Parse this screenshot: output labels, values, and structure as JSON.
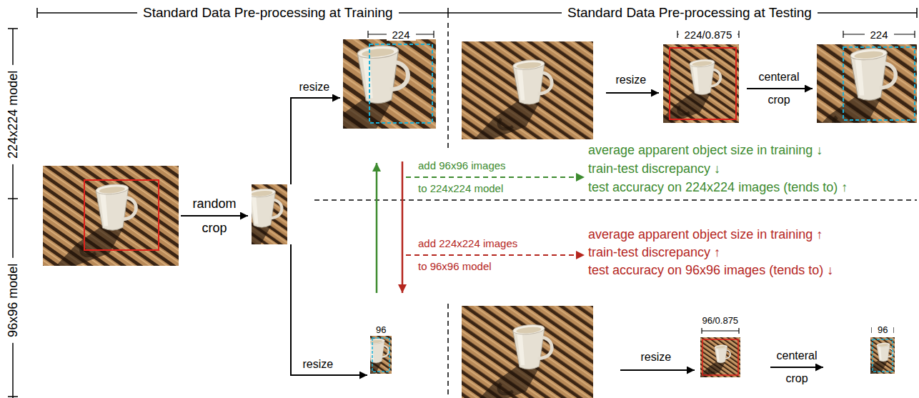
{
  "diagram": {
    "labels": [
      "Standard Data Pre-processing at Training",
      "Standard Data Pre-processing at Testing",
      "224x224 model",
      "96x96 model",
      "random crop",
      "224",
      "resize",
      "resize",
      "96",
      "add 96x96 images to 224x224 model",
      "average apparent object size in training ↓",
      "train-test discrepancy ↓",
      "test accuracy on 224x224 images (tends to) ↑",
      "add 224x224 images to 96x96 model",
      "average apparent object size in training ↑",
      "train-test discrepancy ↑",
      "test accuracy on 96x96 images (tends to) ↓",
      "resize",
      "224/0.875",
      "centeral crop",
      "224",
      "resize",
      "96/0.875",
      "centeral crop",
      "96"
    ]
  }
}
